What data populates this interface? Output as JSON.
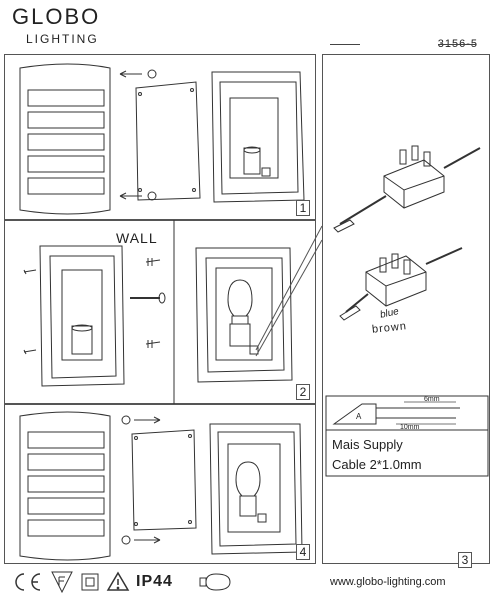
{
  "header": {
    "brand": "GLOBO",
    "brand_sub": "LIGHTING",
    "model": "3156-5"
  },
  "steps": [
    {
      "number": "1"
    },
    {
      "number": "2",
      "label": "WALL"
    },
    {
      "number": "4"
    },
    {
      "number": "3"
    }
  ],
  "wiring": {
    "wire_labels": [
      "blue",
      "brown"
    ],
    "dim_a": "A",
    "dim_6mm": "6mm",
    "dim_10mm": "10mm",
    "supply_line1": "Mais Supply",
    "supply_line2": "Cable 2*1.0mm"
  },
  "footer": {
    "ip_rating": "IP44",
    "website": "www.globo-lighting.com",
    "icons": [
      "ce-mark-icon",
      "f-mark-icon",
      "class-ii-icon",
      "warning-icon",
      "bulb-icon"
    ]
  }
}
